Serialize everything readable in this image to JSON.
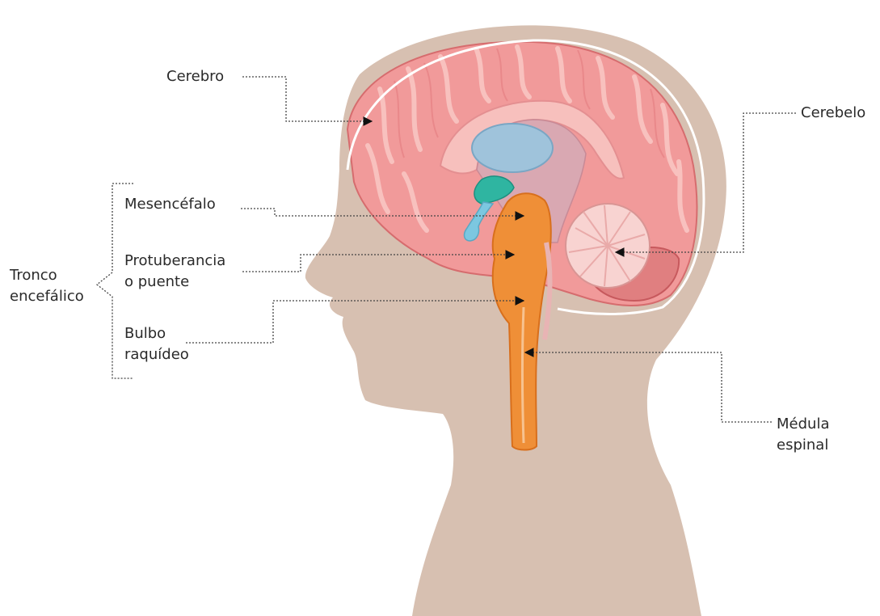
{
  "labels": {
    "cerebro": "Cerebro",
    "cerebelo": "Cerebelo",
    "mesencefalo": "Mesencéfalo",
    "protuberancia": [
      "Protuberancia",
      "o puente"
    ],
    "bulbo": [
      "Bulbo",
      "raquídeo"
    ],
    "tronco": [
      "Tronco",
      "encefálico"
    ],
    "medula": [
      "Médula",
      "espinal"
    ]
  },
  "colors": {
    "skin": "#d7c0b1",
    "cerebrum": "#f19a9a",
    "cerebrum_light": "#f7c0bd",
    "cerebellum": "#f8d3d1",
    "ventricle": "#9fc3db",
    "brainstem": "#ef8f37",
    "midbrain": "#2fb5a1",
    "leader_line": "#444444"
  }
}
